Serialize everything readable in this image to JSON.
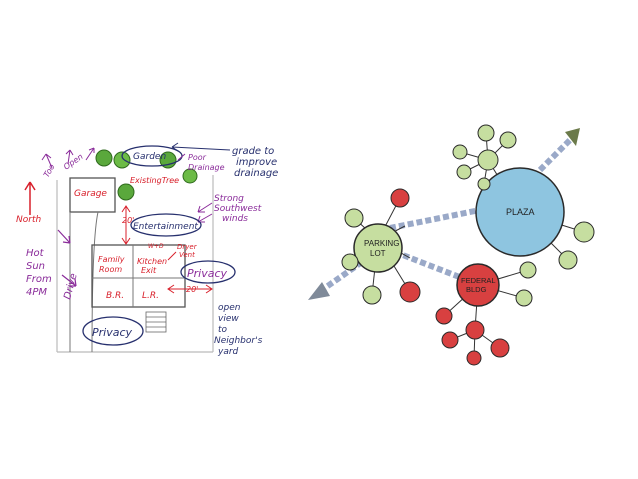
{
  "site_plan": {
    "labels": {
      "too": "Too",
      "open": "Open",
      "north": "North",
      "hot": "Hot",
      "sun": "Sun",
      "from": "From",
      "time": "4PM",
      "drive": "Drive",
      "garage": "Garage",
      "garden": "Garden",
      "existing_tree": "ExistingTree",
      "poor": "Poor",
      "drainage": "Drainage",
      "grade_to": "grade to",
      "improve": "improve",
      "drainage2": "drainage",
      "strong": "Strong",
      "southwest": "Southwest",
      "winds": "winds",
      "entertainment": "Entertainment",
      "dim_20_a": "20'",
      "family": "Family",
      "room": "Room",
      "kitchen": "Kitchen",
      "exit": "Exit",
      "wd": "W+D",
      "dryer": "Dryer",
      "vent": "Vent",
      "br": "B.R.",
      "lr": "L.R.",
      "privacy_left": "Privacy",
      "privacy_right": "Privacy",
      "dim_20_b": "20'",
      "open2": "open",
      "view": "view",
      "to": "to",
      "neighbors": "Neighbor's",
      "yard": "yard"
    }
  },
  "bubble_diagram": {
    "labels": {
      "plaza": "PLAZA",
      "parking_lot_1": "PARKING",
      "parking_lot_2": "LOT",
      "federal_1": "FEDERAL",
      "federal_2": "BLDG"
    }
  },
  "colors": {
    "red_ink": "#d8202b",
    "purple_ink": "#8a2c9a",
    "navy_ink": "#27306e",
    "plaza_fill": "#8ec5e0",
    "green_fill": "#c6dea0",
    "red_fill": "#d84040",
    "connector": "#9aa9c8"
  }
}
